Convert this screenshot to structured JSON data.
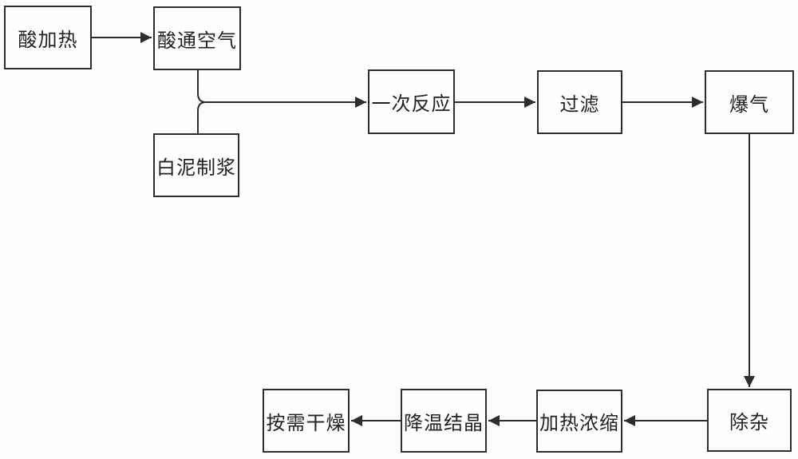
{
  "diagram": {
    "type": "flowchart",
    "description": "Process flow diagram for treating white mud with acid: acid heating and air sparging feed a primary reaction, followed by filtration, aeration, impurity removal, heating concentration, cooling crystallization and on-demand drying.",
    "colors": {
      "background": "#fdfdfd",
      "line": "#2d2d2d",
      "box_border": "#2d2d2d",
      "box_fill": "#fefefe",
      "text": "#222222"
    },
    "nodes": [
      {
        "id": "acid-heating",
        "label": "酸加热"
      },
      {
        "id": "acid-air-sparging",
        "label": "酸通空气"
      },
      {
        "id": "white-mud-slurry",
        "label": "白泥制浆"
      },
      {
        "id": "primary-reaction",
        "label": "一次反应"
      },
      {
        "id": "filtration",
        "label": "过滤"
      },
      {
        "id": "aeration",
        "label": "爆气"
      },
      {
        "id": "impurity-removal",
        "label": "除杂"
      },
      {
        "id": "heating-concentration",
        "label": "加热浓缩"
      },
      {
        "id": "cooling-crystallization",
        "label": "降温结晶"
      },
      {
        "id": "on-demand-drying",
        "label": "按需干燥"
      }
    ],
    "edges": [
      {
        "from": "acid-heating",
        "to": "acid-air-sparging",
        "arrow": true
      },
      {
        "from": "acid-air-sparging",
        "to": "merge-junction",
        "arrow": false
      },
      {
        "from": "white-mud-slurry",
        "to": "merge-junction",
        "arrow": false
      },
      {
        "from": "merge-junction",
        "to": "primary-reaction",
        "arrow": true
      },
      {
        "from": "primary-reaction",
        "to": "filtration",
        "arrow": true
      },
      {
        "from": "filtration",
        "to": "aeration",
        "arrow": true
      },
      {
        "from": "aeration",
        "to": "impurity-removal",
        "arrow": true
      },
      {
        "from": "impurity-removal",
        "to": "heating-concentration",
        "arrow": true
      },
      {
        "from": "heating-concentration",
        "to": "cooling-crystallization",
        "arrow": true
      },
      {
        "from": "cooling-crystallization",
        "to": "on-demand-drying",
        "arrow": true
      }
    ]
  }
}
